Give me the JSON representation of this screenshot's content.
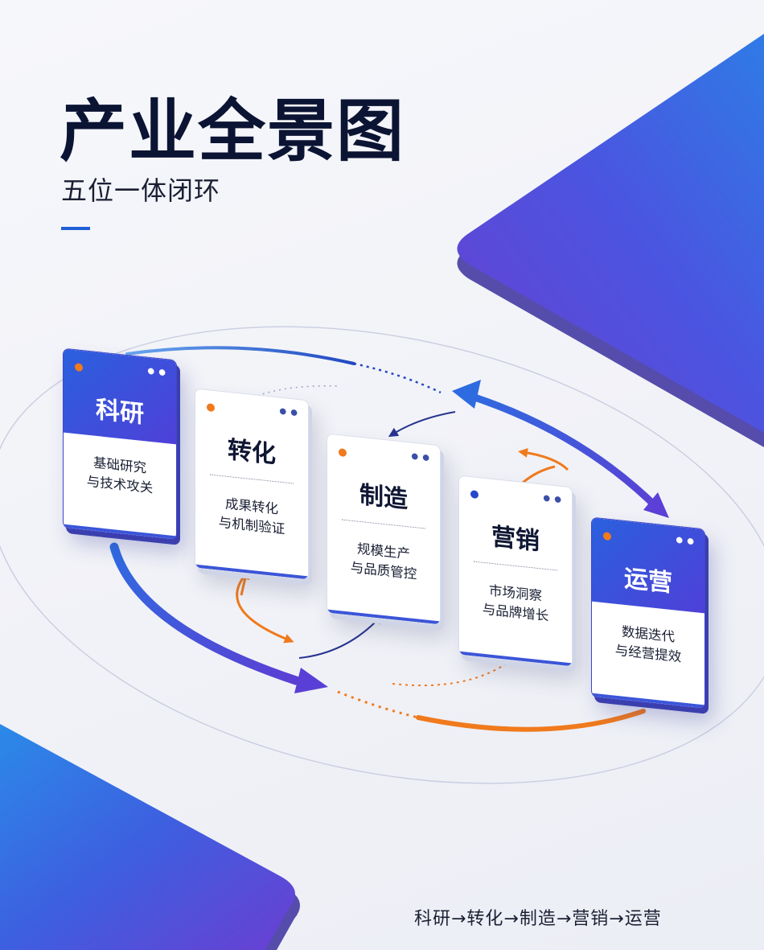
{
  "header": {
    "title": "产业全景图",
    "subtitle": "五位一体闭环"
  },
  "stages": [
    {
      "title": "科研",
      "desc_line1": "基础研究",
      "desc_line2": "与技术攻关",
      "style": "accent",
      "dot_color": "#f07a1c"
    },
    {
      "title": "转化",
      "desc_line1": "成果转化",
      "desc_line2": "与机制验证",
      "style": "plain",
      "dot_color": "#f07a1c"
    },
    {
      "title": "制造",
      "desc_line1": "规模生产",
      "desc_line2": "与品质管控",
      "style": "plain",
      "dot_color": "#f07a1c"
    },
    {
      "title": "营销",
      "desc_line1": "市场洞察",
      "desc_line2": "与品牌增长",
      "style": "plain",
      "dot_color": "#2448c8"
    },
    {
      "title": "运营",
      "desc_line1": "数据迭代",
      "desc_line2": "与经营提效",
      "style": "accent",
      "dot_color": "#f07a1c"
    }
  ],
  "footer": {
    "flow_caption": "科研→转化→制造→营销→运营"
  },
  "colors": {
    "blue": "#2a60de",
    "purple": "#5a3fd6",
    "orange": "#f07a1c"
  }
}
